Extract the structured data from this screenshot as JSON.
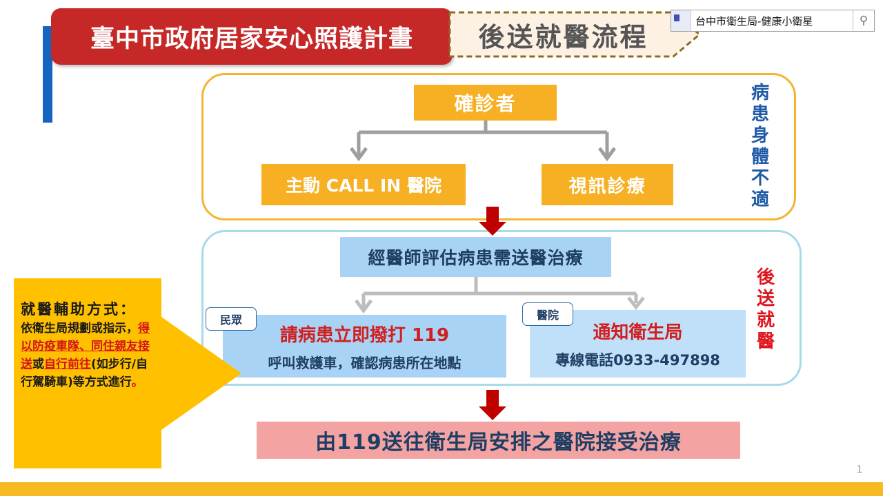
{
  "header": {
    "title": "臺中市政府居家安心照護計畫",
    "subtitle": "後送就醫流程"
  },
  "search": {
    "text": "台中市衛生局-健康小衛星",
    "icon": "search-icon"
  },
  "flow": {
    "confirmed": "確診者",
    "call_in": "主動 CALL IN 醫院",
    "video_consult": "視訊診療",
    "side_label_top": [
      "病",
      "患",
      "身",
      "體",
      "不",
      "適"
    ],
    "doctor_eval": "經醫師評估病患需送醫治療",
    "side_label_mid": [
      "後",
      "送",
      "就",
      "醫"
    ],
    "public": {
      "tag": "民眾",
      "title": "請病患立即撥打 119",
      "desc": "呼叫救護車，確認病患所在地點"
    },
    "hospital": {
      "tag": "醫院",
      "title": "通知衛生局",
      "desc": "專線電話0933-497898"
    },
    "final": "由119送往衛生局安排之醫院接受治療"
  },
  "callout": {
    "title": "就醫輔助方式：",
    "line_pre": "依衛生局規劃或指示，",
    "hl1": "得以防疫車隊、同住親友接送",
    "mid": "或",
    "hl2": "自行前往",
    "line_post": "(如步行/自行駕騎車)等方式進行",
    "end": "。"
  },
  "page_number": "1",
  "colors": {
    "title_red": "#c62828",
    "orange": "#f7b024",
    "panel_yellow": "#f2b531",
    "panel_cyan": "#a6dbe8",
    "light_blue": "#a8d3f4",
    "final_pink": "#f4a3a3",
    "arrow_red": "#c00000",
    "callout_yellow": "#ffc000"
  }
}
